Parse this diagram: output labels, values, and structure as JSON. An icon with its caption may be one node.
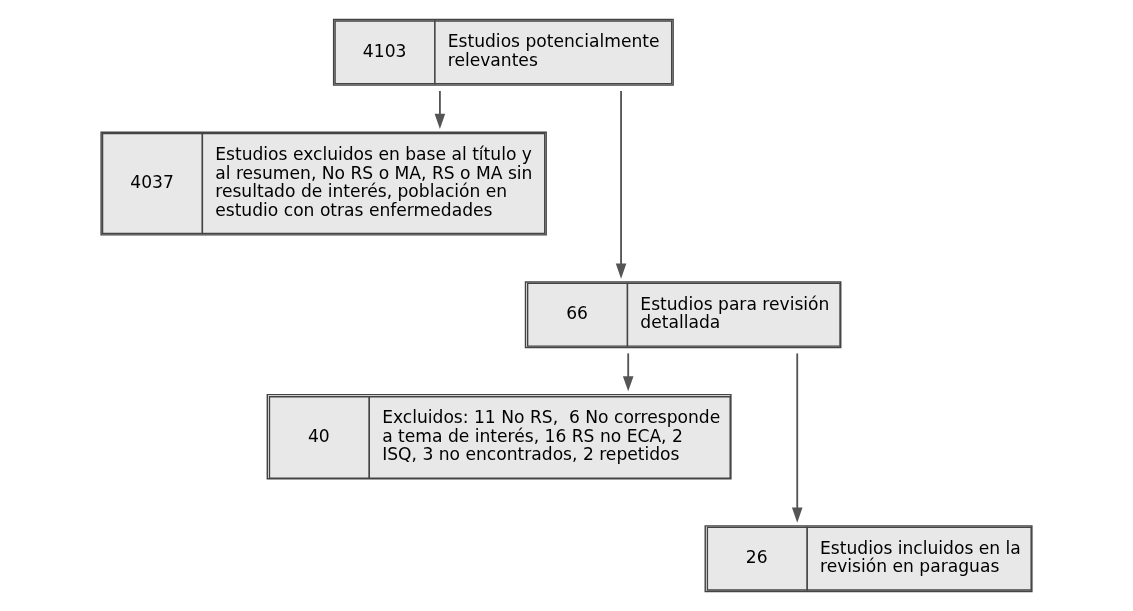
{
  "diagram": {
    "nodes": [
      {
        "text": [
          "4103",
          "Estudios potencialmente relevantes"
        ]
      },
      {
        "text": [
          "4037",
          "Estudios excluidos en base al título y al resumen, No RS o MA, RS o MA sin resultado de interés, población en estudio con otras enfermedades"
        ]
      },
      {
        "text": [
          "66",
          "Estudios para revisión detallada"
        ]
      },
      {
        "text": [
          "40",
          "Excluidos: 11 No RS,  6 No corresponde a tema de interés, 16 RS no ECA, 2 ISQ, 3 no encontrados, 2 repetidos"
        ]
      },
      {
        "text": [
          "26",
          "Estudios incluidos en la revisión en paraguas"
        ]
      }
    ],
    "edges": [
      {
        "from": 0,
        "to": 2,
        "arrow": "to"
      },
      {
        "from": 0,
        "to": 1,
        "arrow": "to"
      },
      {
        "from": 2,
        "to": 4,
        "arrow": "to"
      },
      {
        "from": 2,
        "to": 3,
        "arrow": "to"
      }
    ]
  }
}
